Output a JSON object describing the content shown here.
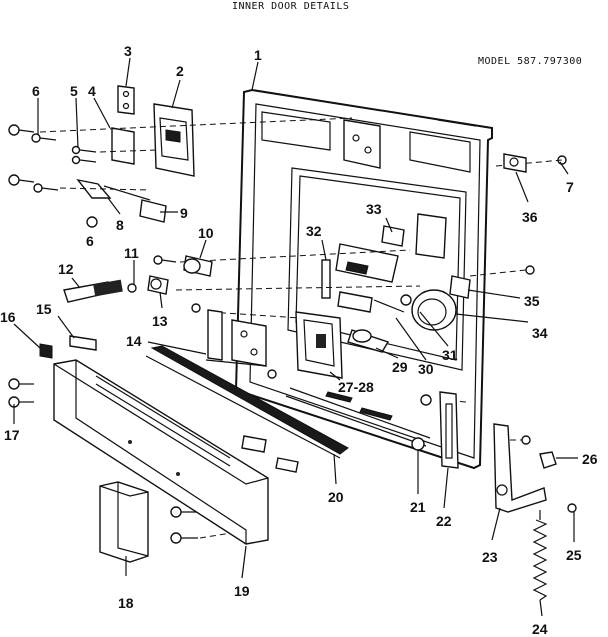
{
  "header": {
    "title": "INNER DOOR DETAILS",
    "model": "MODEL 587.797300"
  },
  "callouts": [
    {
      "id": "1",
      "label": "1"
    },
    {
      "id": "2",
      "label": "2"
    },
    {
      "id": "3",
      "label": "3"
    },
    {
      "id": "4",
      "label": "4"
    },
    {
      "id": "5",
      "label": "5"
    },
    {
      "id": "6a",
      "label": "6"
    },
    {
      "id": "6b",
      "label": "6"
    },
    {
      "id": "7",
      "label": "7"
    },
    {
      "id": "8",
      "label": "8"
    },
    {
      "id": "9",
      "label": "9"
    },
    {
      "id": "10",
      "label": "10"
    },
    {
      "id": "11",
      "label": "11"
    },
    {
      "id": "12",
      "label": "12"
    },
    {
      "id": "13",
      "label": "13"
    },
    {
      "id": "14",
      "label": "14"
    },
    {
      "id": "15",
      "label": "15"
    },
    {
      "id": "16",
      "label": "16"
    },
    {
      "id": "17",
      "label": "17"
    },
    {
      "id": "18",
      "label": "18"
    },
    {
      "id": "19",
      "label": "19"
    },
    {
      "id": "20",
      "label": "20"
    },
    {
      "id": "21",
      "label": "21"
    },
    {
      "id": "22",
      "label": "22"
    },
    {
      "id": "23",
      "label": "23"
    },
    {
      "id": "24",
      "label": "24"
    },
    {
      "id": "25",
      "label": "25"
    },
    {
      "id": "26",
      "label": "26"
    },
    {
      "id": "27-28",
      "label": "27-28"
    },
    {
      "id": "29",
      "label": "29"
    },
    {
      "id": "30",
      "label": "30"
    },
    {
      "id": "31",
      "label": "31"
    },
    {
      "id": "32",
      "label": "32"
    },
    {
      "id": "33",
      "label": "33"
    },
    {
      "id": "34",
      "label": "34"
    },
    {
      "id": "35",
      "label": "35"
    },
    {
      "id": "36",
      "label": "36"
    }
  ]
}
